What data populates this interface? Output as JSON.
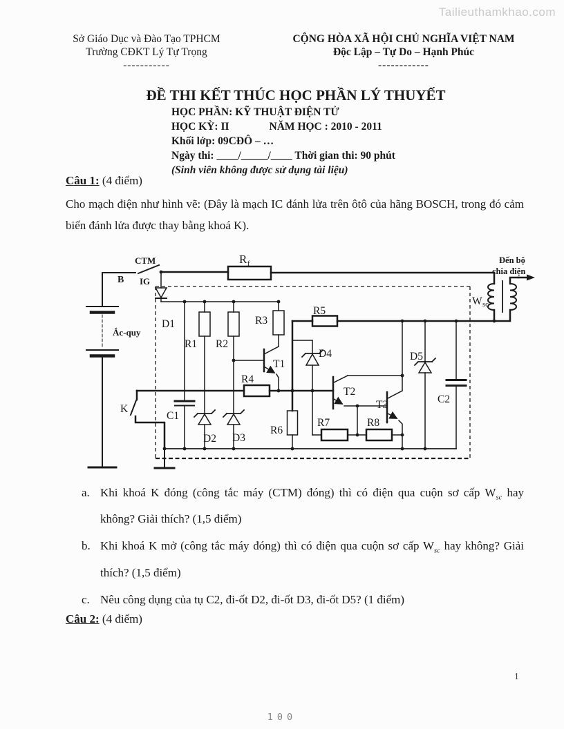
{
  "watermark": "Tailieuthamkhao.com",
  "header": {
    "left": [
      "Sở Giáo Dục và Đào Tạo TPHCM",
      "Trường CĐKT Lý Tự Trọng",
      "-----------"
    ],
    "right": [
      "CỘNG HÒA XÃ HỘI CHỦ NGHĨA VIỆT NAM",
      "Độc Lập – Tự Do – Hạnh Phúc",
      "------------"
    ]
  },
  "title": {
    "main": "ĐỀ THI KẾT THÚC HỌC PHẦN LÝ THUYẾT",
    "mon_hoc": "HỌC PHẦN: KỸ THUẬT ĐIỆN TỬ",
    "hoc_ky": "HỌC KỲ: II",
    "nam_hoc": "NĂM HỌC :  2010 - 2011",
    "khoi_lop": "Khối lớp:  09CĐÔ – …",
    "ngay_thi": "Ngày thi: ____/_____/____ Thời gian thi: 90 phút",
    "note": "(Sinh viên không được sử dụng tài liệu)"
  },
  "cau1": {
    "label": "Câu 1:",
    "points": " (4 điểm)"
  },
  "intro": "Cho mạch điện như hình vẽ: (Đây là mạch IC đánh lửa trên ôtô của hãng BOSCH, trong đó cảm biến đánh lửa được thay bằng khoá K).",
  "questions": {
    "a": {
      "marker": "a.",
      "pre": "Khi khoá K đóng (công tắc máy (CTM) đóng) thì có điện qua cuộn sơ cấp W",
      "sub": "sc",
      "post": " hay không? Giải thích? (1,5 điểm)"
    },
    "b": {
      "marker": "b.",
      "pre": "Khi khoá K mở (công tắc máy đóng) thì có điện qua cuộn sơ cấp W",
      "sub": "sc",
      "post": " hay không? Giải thích? (1,5 điểm)"
    },
    "c": {
      "marker": "c.",
      "text": "Nêu công dụng của tụ C2, đi-ốt D2, đi-ốt D3, đi-ốt D5? (1 điểm)"
    }
  },
  "cau2": {
    "label": "Câu 2:",
    "points": " (4 điểm)"
  },
  "circuit": {
    "labels": {
      "ctm": "CTM",
      "b": "B",
      "ig": "IG",
      "rf_base": "R",
      "rf_sub": "f",
      "dist1": "Đến bộ",
      "dist2": "chia điện",
      "wsc_base": "W",
      "wsc_sub": "sc",
      "acquy": "Ắc-quy",
      "k": "K",
      "d1": "D1",
      "d2": "D2",
      "d3": "D3",
      "d4": "D4",
      "d5": "D5",
      "r1": "R1",
      "r2": "R2",
      "r3": "R3",
      "r4": "R4",
      "r5": "R5",
      "r6": "R6",
      "r7": "R7",
      "r8": "R8",
      "t1": "T1",
      "t2": "T2",
      "t3": "T3",
      "c1": "C1",
      "c2": "C2"
    }
  },
  "footer": {
    "page_number": "1",
    "page_label": "100"
  }
}
